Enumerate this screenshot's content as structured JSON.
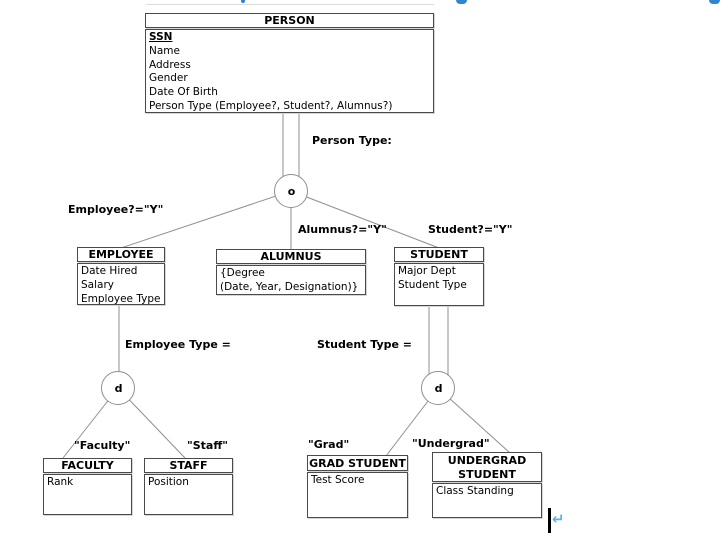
{
  "diagram": {
    "circles": {
      "overlap": "o",
      "disjoint_left": "d",
      "disjoint_right": "d"
    },
    "labels": {
      "person_type": "Person Type:",
      "employee_condition": "Employee?=\"Y\"",
      "alumnus_condition": "Alumnus?=\"Y\"",
      "student_condition": "Student?=\"Y\"",
      "employee_type": "Employee Type =",
      "student_type": "Student Type =",
      "faculty": "\"Faculty\"",
      "staff": "\"Staff\"",
      "grad": "\"Grad\"",
      "undergrad": "\"Undergrad\""
    },
    "entities": {
      "person": {
        "title": "PERSON",
        "key": "SSN",
        "attributes": [
          "Name",
          "Address",
          "Gender",
          "Date Of Birth",
          "Person Type (Employee?, Student?, Alumnus?)"
        ]
      },
      "employee": {
        "title": "EMPLOYEE",
        "attributes": [
          "Date Hired",
          "Salary",
          "Employee Type"
        ]
      },
      "alumnus": {
        "title": "ALUMNUS",
        "attributes": [
          "{Degree",
          "(Date, Year, Designation)}"
        ]
      },
      "student": {
        "title": "STUDENT",
        "attributes": [
          "Major Dept",
          "Student Type"
        ]
      },
      "faculty": {
        "title": "FACULTY",
        "attributes": [
          "Rank"
        ]
      },
      "staff": {
        "title": "STAFF",
        "attributes": [
          "Position"
        ]
      },
      "grad_student": {
        "title": "GRAD STUDENT",
        "attributes": [
          "Test Score"
        ]
      },
      "undergrad_student": {
        "title": "UNDERGRAD STUDENT",
        "attributes": [
          "Class Standing"
        ]
      }
    },
    "colors": {
      "connector_line": "#8f8f8f",
      "box_border": "#4a4a4a",
      "text": "#000000",
      "clipped_text_blue": "#2e86d1",
      "return_mark_blue": "#58b2f2"
    }
  },
  "cursor": {
    "return_mark": "↵"
  }
}
